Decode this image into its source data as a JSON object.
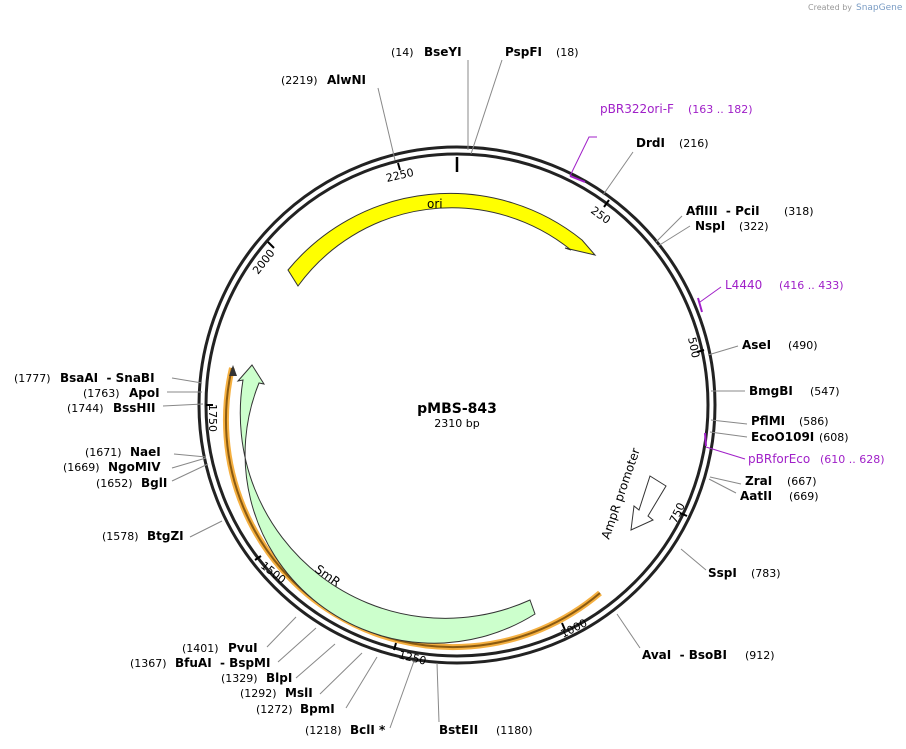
{
  "credit": {
    "prefix": "Created by",
    "brand": "SnapGene"
  },
  "plasmid": {
    "name": "pMBS-843",
    "length_label": "2310 bp"
  },
  "features": {
    "ori": "ori",
    "ampr_promoter": "AmpR promoter",
    "smr": "SmR"
  },
  "ticks": [
    "250",
    "500",
    "750",
    "1000",
    "1250",
    "1500",
    "1750",
    "2000",
    "2250"
  ],
  "sites": [
    {
      "pos": "(14)",
      "name": "BseYI"
    },
    {
      "pos": "(18)",
      "name": "PspFI"
    },
    {
      "pos": "(2219)",
      "name": "AlwNI"
    },
    {
      "pos": "(216)",
      "name": "DrdI"
    },
    {
      "pos": "(318)",
      "name": "AflIII  - PciI"
    },
    {
      "pos": "(322)",
      "name": "NspI"
    },
    {
      "pos": "(490)",
      "name": "AseI"
    },
    {
      "pos": "(547)",
      "name": "BmgBI"
    },
    {
      "pos": "(586)",
      "name": "PflMI"
    },
    {
      "pos": "(608)",
      "name": "EcoO109I"
    },
    {
      "pos": "(667)",
      "name": "ZraI"
    },
    {
      "pos": "(669)",
      "name": "AatII"
    },
    {
      "pos": "(783)",
      "name": "SspI"
    },
    {
      "pos": "(912)",
      "name": "AvaI  - BsoBI"
    },
    {
      "pos": "(1180)",
      "name": "BstEII"
    },
    {
      "pos": "(1218)",
      "name": "BclI *"
    },
    {
      "pos": "(1272)",
      "name": "BpmI"
    },
    {
      "pos": "(1292)",
      "name": "MslI"
    },
    {
      "pos": "(1329)",
      "name": "BlpI"
    },
    {
      "pos": "(1367)",
      "name": "BfuAI  - BspMI"
    },
    {
      "pos": "(1401)",
      "name": "PvuI"
    },
    {
      "pos": "(1578)",
      "name": "BtgZI"
    },
    {
      "pos": "(1652)",
      "name": "BglI"
    },
    {
      "pos": "(1669)",
      "name": "NgoMIV"
    },
    {
      "pos": "(1671)",
      "name": "NaeI"
    },
    {
      "pos": "(1744)",
      "name": "BssHII"
    },
    {
      "pos": "(1763)",
      "name": "ApoI"
    },
    {
      "pos": "(1777)",
      "name": "BsaAI  - SnaBI"
    }
  ],
  "primers": [
    {
      "name": "pBR322ori-F",
      "range": "(163 .. 182)"
    },
    {
      "name": "L4440",
      "range": "(416 .. 433)"
    },
    {
      "name": "pBRforEco",
      "range": "(610 .. 628)"
    }
  ],
  "colors": {
    "ori": "#ffff00",
    "smr": "#ccffcc",
    "primer": "#a020c8",
    "selection": "#f5b041",
    "backbone": "#222222"
  }
}
